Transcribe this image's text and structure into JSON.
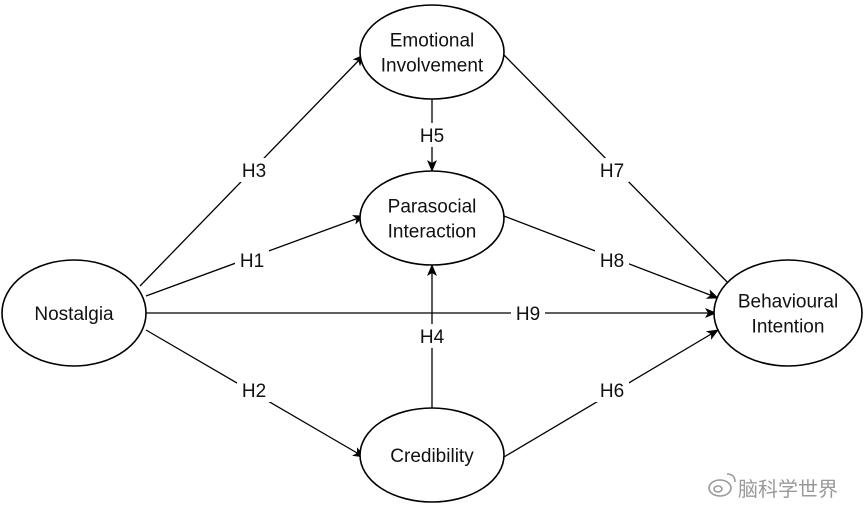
{
  "colors": {
    "stroke": "#000000",
    "text": "#111111",
    "background": "#ffffff",
    "watermark": "#9a9a9a"
  },
  "nodes": [
    {
      "id": "nostalgia",
      "lines": [
        "Nostalgia"
      ]
    },
    {
      "id": "emotional-involvement",
      "lines": [
        "Emotional",
        "Involvement"
      ]
    },
    {
      "id": "parasocial-interaction",
      "lines": [
        "Parasocial",
        "Interaction"
      ]
    },
    {
      "id": "credibility",
      "lines": [
        "Credibility"
      ]
    },
    {
      "id": "behavioural-intention",
      "lines": [
        "Behavioural",
        "Intention"
      ]
    }
  ],
  "edges": [
    {
      "from": "nostalgia",
      "to": "emotional-involvement",
      "label": "H3"
    },
    {
      "from": "nostalgia",
      "to": "parasocial-interaction",
      "label": "H1"
    },
    {
      "from": "nostalgia",
      "to": "credibility",
      "label": "H2"
    },
    {
      "from": "nostalgia",
      "to": "behavioural-intention",
      "label": "H9"
    },
    {
      "from": "emotional-involvement",
      "to": "parasocial-interaction",
      "label": "H5"
    },
    {
      "from": "credibility",
      "to": "parasocial-interaction",
      "label": "H4"
    },
    {
      "from": "emotional-involvement",
      "to": "behavioural-intention",
      "label": "H7"
    },
    {
      "from": "parasocial-interaction",
      "to": "behavioural-intention",
      "label": "H8"
    },
    {
      "from": "credibility",
      "to": "behavioural-intention",
      "label": "H6"
    }
  ],
  "watermark": {
    "text": "脑科学世界",
    "icon": "weibo-logo-icon"
  }
}
